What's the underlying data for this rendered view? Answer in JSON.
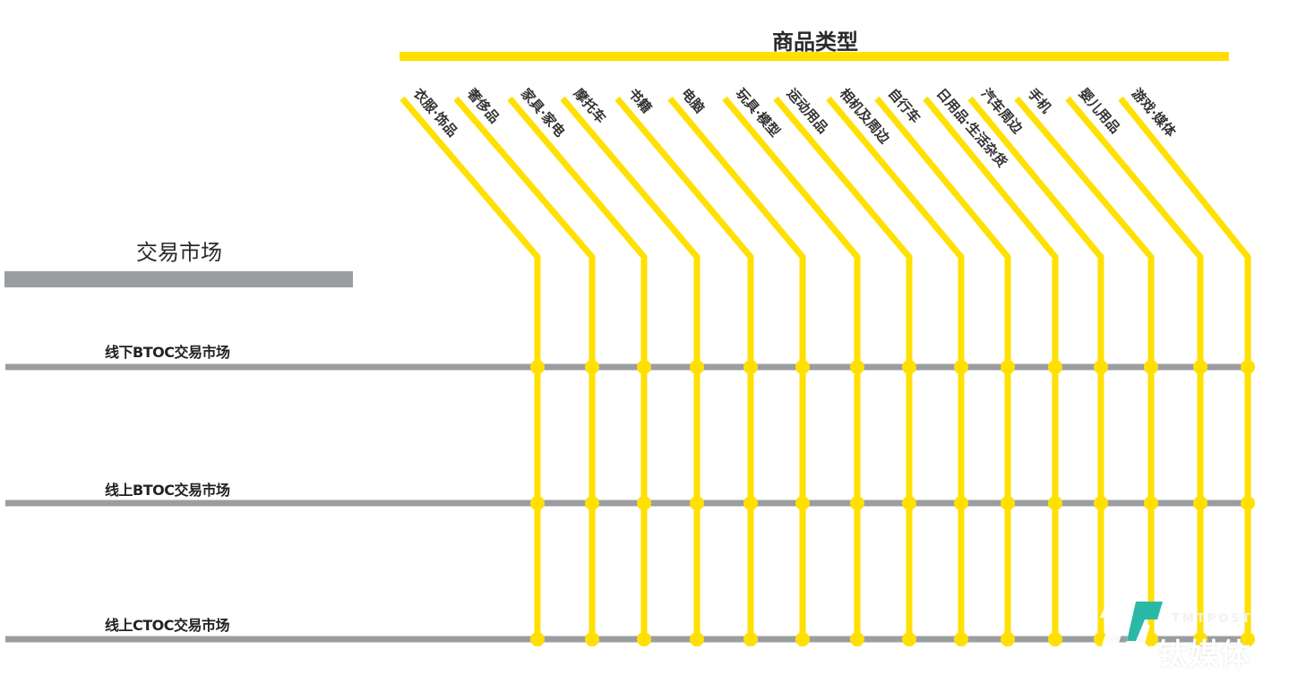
{
  "header": {
    "title": "商品类型"
  },
  "sidebar": {
    "title": "交易市场"
  },
  "colors": {
    "category_line": "#FFE000",
    "market_line": "#9B9EA1",
    "logo_teal": "#2BB8A6",
    "text": "#2a2a2a"
  },
  "categories": [
    {
      "label": "衣服·饰品"
    },
    {
      "label": "奢侈品"
    },
    {
      "label": "家具·家电"
    },
    {
      "label": "摩托车"
    },
    {
      "label": "书籍"
    },
    {
      "label": "电脑"
    },
    {
      "label": "玩具·模型"
    },
    {
      "label": "运动用品"
    },
    {
      "label": "相机及周边"
    },
    {
      "label": "自行车"
    },
    {
      "label": "日用品·生活杂货"
    },
    {
      "label": "汽车周边"
    },
    {
      "label": "手机"
    },
    {
      "label": "婴儿用品"
    },
    {
      "label": "游戏·媒体"
    }
  ],
  "markets": [
    {
      "label": "线下BTOC交易市场"
    },
    {
      "label": "线上BTOC交易市场"
    },
    {
      "label": "线上CTOC交易市场"
    }
  ],
  "logo": {
    "en": "TMTPOST",
    "cn": "钛媒体"
  }
}
